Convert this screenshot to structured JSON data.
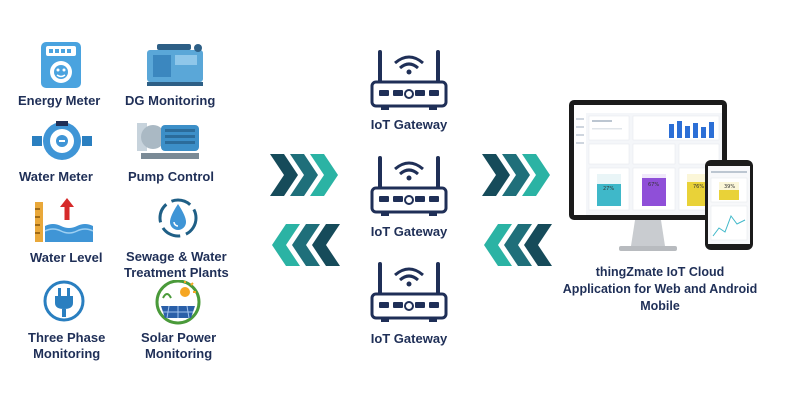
{
  "devices": [
    {
      "label": "Energy Meter",
      "icon": "energy-meter-icon"
    },
    {
      "label": "DG Monitoring",
      "icon": "dg-generator-icon"
    },
    {
      "label": "Water Meter",
      "icon": "water-meter-icon"
    },
    {
      "label": "Pump Control",
      "icon": "pump-icon"
    },
    {
      "label": "Water Level",
      "icon": "water-level-icon"
    },
    {
      "label_line1": "Sewage & Water",
      "label_line2": "Treatment Plants",
      "icon": "water-drop-recycle-icon"
    },
    {
      "label_line1": "Three Phase",
      "label_line2": "Monitoring",
      "icon": "power-plug-icon"
    },
    {
      "label_line1": "Solar Power",
      "label_line2": "Monitoring",
      "icon": "solar-panel-icon"
    }
  ],
  "gateways": [
    {
      "label": "IoT Gateway"
    },
    {
      "label": "IoT Gateway"
    },
    {
      "label": "IoT Gateway"
    }
  ],
  "cloud": {
    "line1": "thingZmate IoT Cloud",
    "line2": "Application for Web and Android",
    "line3": "Mobile"
  },
  "dashboard": {
    "gauges": [
      "27%",
      "67%",
      "76%"
    ],
    "mobile_gauge": "39%"
  },
  "colors": {
    "navy": "#1f2f57",
    "teal": "#2bb3a4",
    "dark_teal": "#164b5a",
    "icon_blue": "#3f8fd0"
  }
}
